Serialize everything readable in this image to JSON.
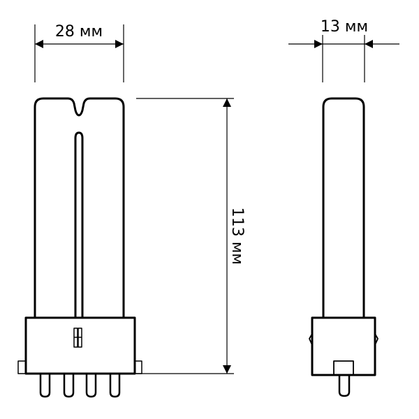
{
  "dimensions": {
    "width_label": "28 мм",
    "depth_label": "13 мм",
    "height_label": "113 мм"
  },
  "colors": {
    "line": "#000000",
    "background": "#ffffff"
  }
}
